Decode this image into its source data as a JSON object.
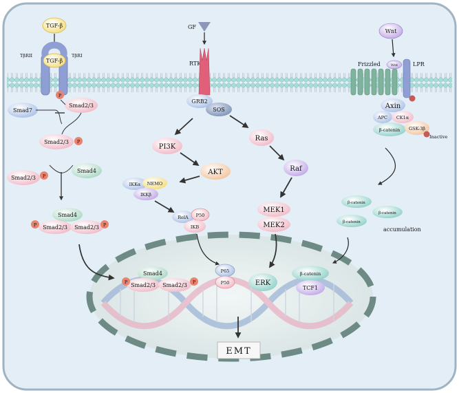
{
  "tgf": {
    "ligand": "TGF-β",
    "ligand_bound": "TGF-β",
    "receptor_left": "TβRII",
    "receptor_right": "TβRI",
    "phospho": "P",
    "smad7": "Smad7",
    "smad23": "Smad2/3",
    "smad23_p": "Smad2/3",
    "smad23_p2": "Smad2/3",
    "smad4": "Smad4",
    "complex_smad4": "Smad4",
    "complex_smad23_a": "Smad2/3",
    "complex_smad23_b": "Smad2/3",
    "nuc_smad4": "Smad4",
    "nuc_smad23_a": "Smad2/3",
    "nuc_smad23_b": "Smad2/3"
  },
  "rtk": {
    "ligand": "GF",
    "receptor": "RTK",
    "grb2": "GRB2",
    "sos": "SOS",
    "pi3k": "PI3K",
    "akt": "AKT",
    "ikka": "IKKα",
    "nemo": "NEMO",
    "ikkb": "IKKβ",
    "rela": "RelA",
    "p50": "P50",
    "ikb": "IKB",
    "nuc_p65": "P65",
    "nuc_p50": "P50",
    "ras": "Ras",
    "raf": "Raf",
    "mek1": "MEK1",
    "mek2": "MEK2",
    "erk": "ERK"
  },
  "wnt": {
    "ligand": "Wnt",
    "frizzled": "Frizzled",
    "wnt_bound": "Wnt",
    "lpr": "LPR",
    "axin": "Axin",
    "apc": "APC",
    "ck1a": "CK1α",
    "bcat": "β-catenin",
    "gsk3b": "GSK-3β",
    "inactive": "Inactive",
    "acc_bcat_1": "β-catenin",
    "acc_bcat_2": "β-catenin",
    "acc_bcat_3": "β-catenin",
    "accumulation": "accumulation",
    "nuc_bcat": "β-catenin",
    "tcf1": "TCF1"
  },
  "emt": "EMT",
  "colors": {
    "cell_bg": "#e4eef7",
    "cell_border": "#9fb3c2",
    "membrane_head": "#a8dcd8",
    "nucleus_border": "#6e8a84",
    "phospho": "#e8836f"
  }
}
